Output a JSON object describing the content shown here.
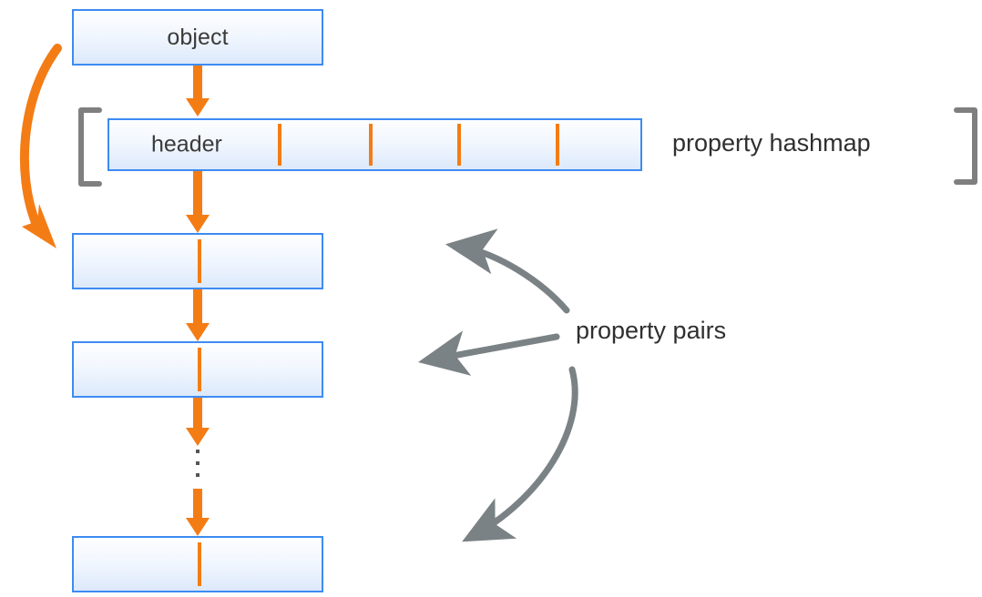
{
  "diagram": {
    "title": "object property hashmap and property pairs layout",
    "colors": {
      "box_border": "#3d8bf2",
      "box_fill_top": "#fdfeff",
      "box_fill_bottom": "#dce9fb",
      "arrow_orange": "#f47c15",
      "arrow_gray": "#7a8285",
      "bracket_gray": "#7f7f7f",
      "text_dark": "#3b3b3b"
    },
    "object_box": {
      "label": "object"
    },
    "hashmap_row": {
      "header_label": "header",
      "tick_count": 4,
      "bracket_open": "[",
      "bracket_close": "]",
      "annotation": "property hashmap"
    },
    "pair_boxes": [
      {
        "label": ""
      },
      {
        "label": ""
      },
      {
        "label": ""
      }
    ],
    "pairs_annotation": "property pairs",
    "ellipsis": "⋮",
    "icons": {
      "down_arrow": "down-arrow-icon",
      "curved_arrow": "curved-arrow-icon",
      "callout_arrow": "callout-arrow-icon",
      "bracket_left": "bracket-left-icon",
      "bracket_right": "bracket-right-icon",
      "vertical_divider": "vertical-divider-icon",
      "ellipsis_dots": "ellipsis-dots-icon"
    }
  }
}
